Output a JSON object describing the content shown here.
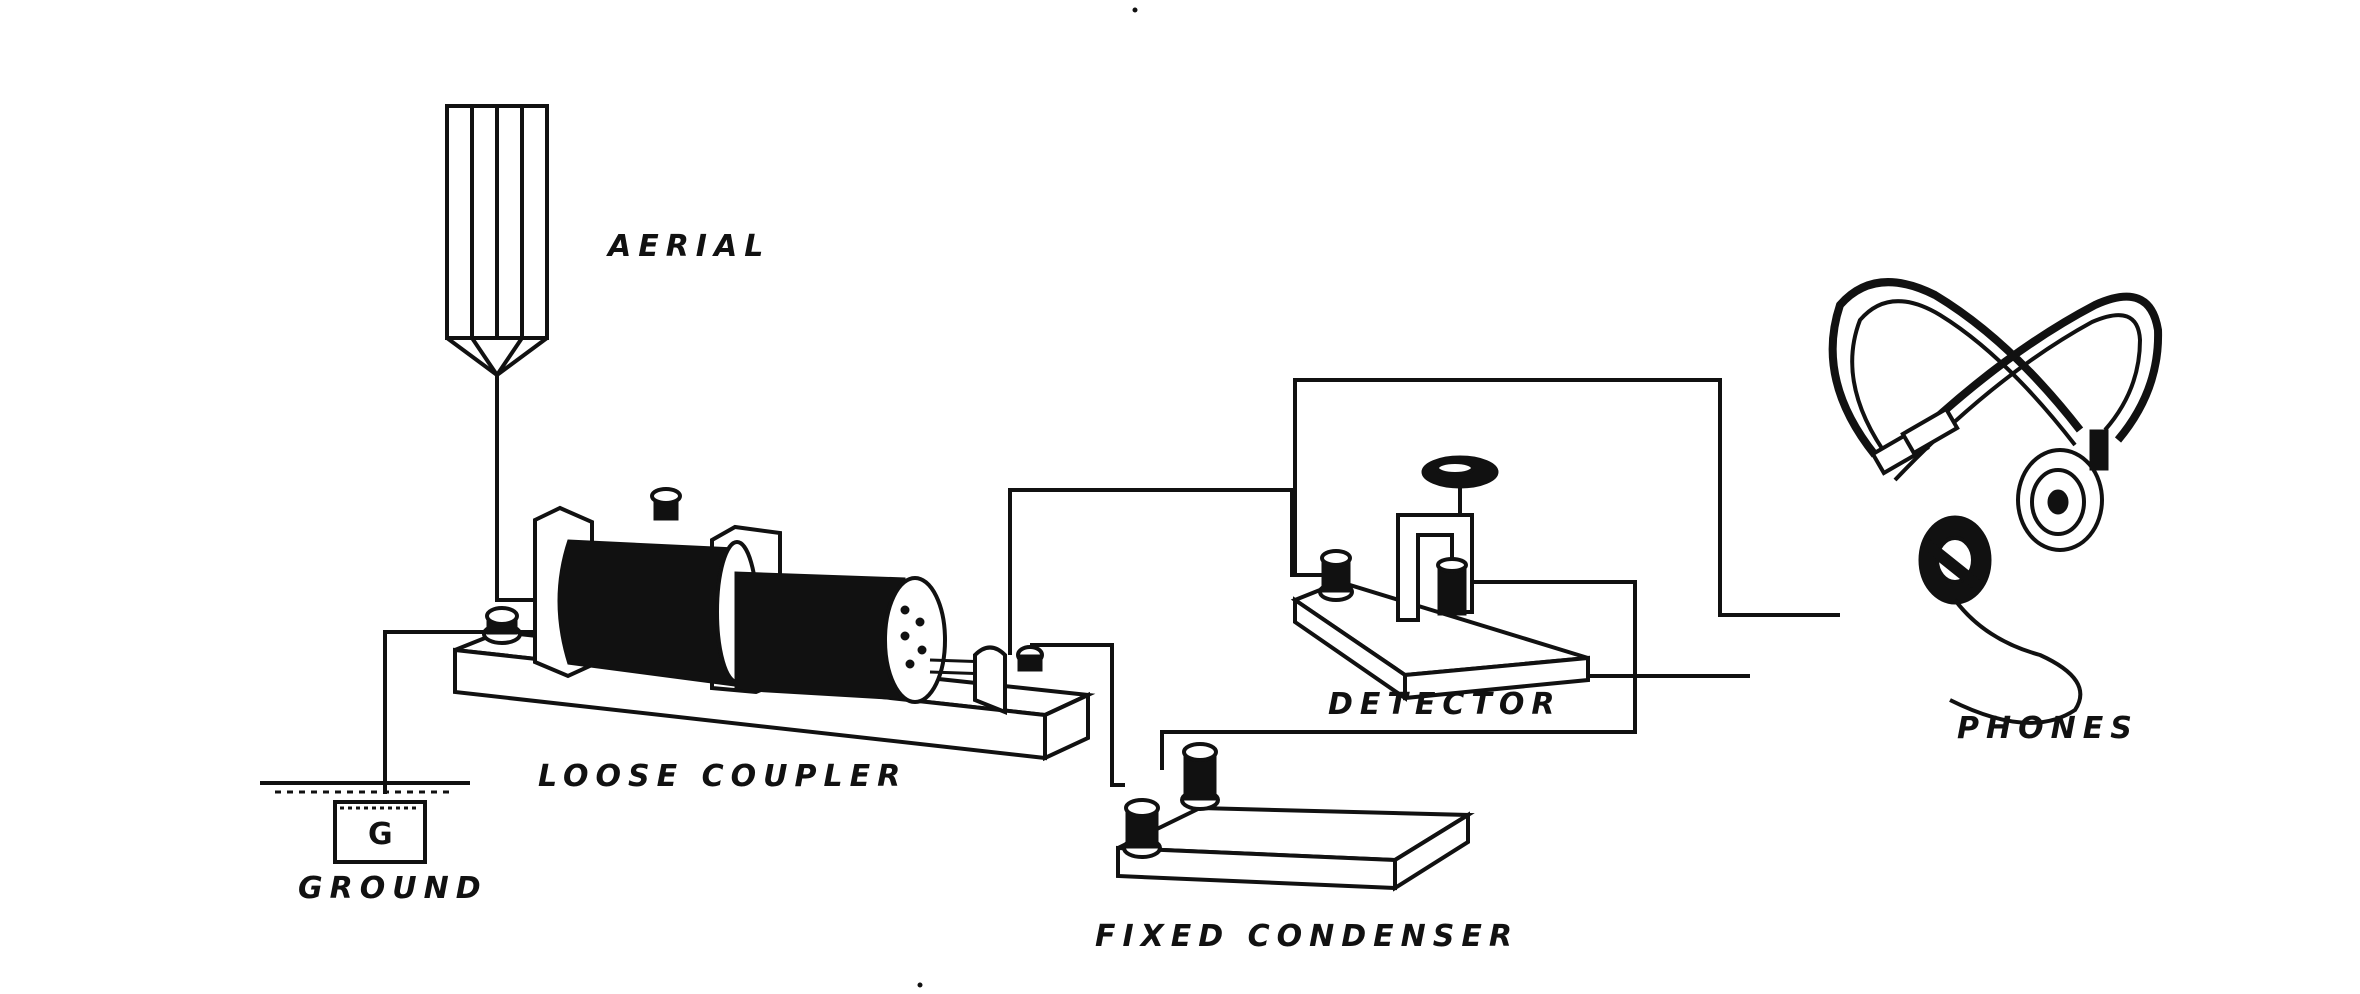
{
  "labels": {
    "aerial": "AERIAL",
    "loose_coupler": "LOOSE COUPLER",
    "detector": "DETECTOR",
    "phones": "PHONES",
    "ground": "GROUND",
    "fixed_condenser": "FIXED CONDENSER",
    "ground_plate_letter": "G"
  },
  "colors": {
    "ink": "#111111",
    "paper": "#ffffff"
  }
}
